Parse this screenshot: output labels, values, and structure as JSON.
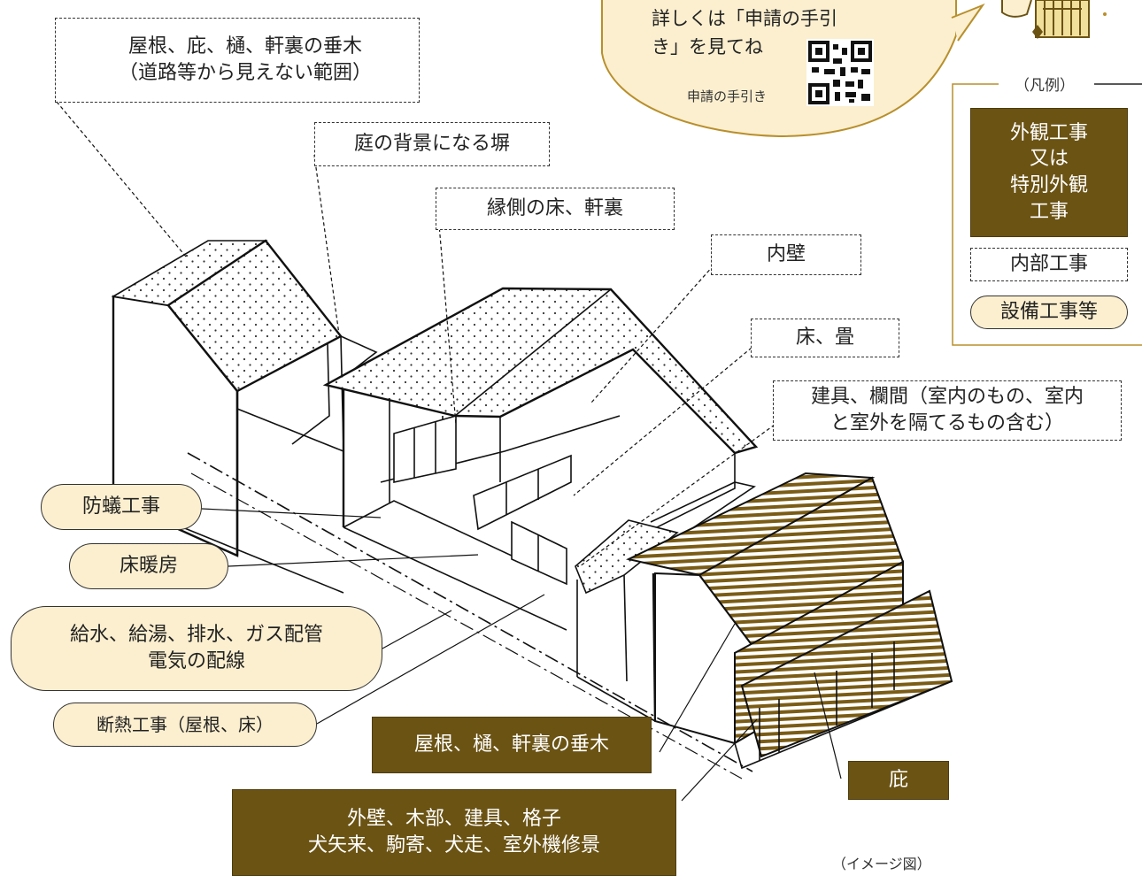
{
  "bubble": {
    "text": "詳しくは「申請の手引\nき」を見てね",
    "qr_label": "申請の手引き"
  },
  "legend": {
    "title": "（凡例）",
    "exterior": "外観工事\n又は\n特別外観\n工事",
    "interior": "内部工事",
    "equipment": "設備工事等"
  },
  "labels": {
    "roof_hidden": "屋根、庇、樋、軒裏の垂木\n（道路等から見えない範囲）",
    "garden_wall": "庭の背景になる塀",
    "veranda": "縁側の床、軒裏",
    "inner_wall": "内壁",
    "floor_tatami": "床、畳",
    "fittings": "建具、欄間（室内のもの、室内\nと室外を隔てるもの含む）",
    "termite": "防蟻工事",
    "floor_heating": "床暖房",
    "plumbing": "給水、給湯、排水、ガス配管\n電気の配線",
    "insulation": "断熱工事（屋根、床）",
    "roof_front": "屋根、樋、軒裏の垂木",
    "eave": "庇",
    "facade": "外壁、木部、建具、格子\n犬矢来、駒寄、犬走、室外機修景"
  },
  "caption": "（イメージ図）",
  "colors": {
    "exterior_fill": "#6b5314",
    "equipment_fill": "#fbefcf",
    "bubble_fill": "#fbefcf",
    "bubble_stroke": "#b88f2c",
    "hatch": "#7a5c16"
  },
  "icons": [
    "qr-code-icon",
    "character-illustration-icon"
  ]
}
